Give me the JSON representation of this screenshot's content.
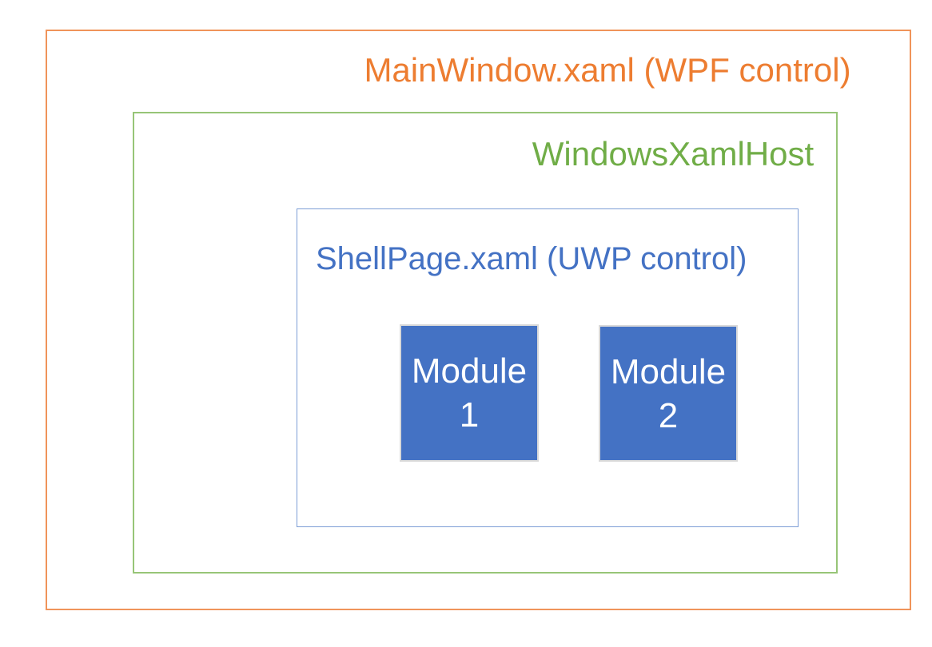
{
  "diagram": {
    "outer_box": {
      "label": "MainWindow.xaml (WPF control)",
      "text_color": "#ED7D31",
      "border_color": "#F0945A"
    },
    "host_box": {
      "label": "WindowsXamlHost",
      "text_color": "#70AD47",
      "border_color": "#97C577"
    },
    "shell_box": {
      "label": "ShellPage.xaml (UWP control)",
      "text_color": "#4472C4",
      "border_color": "#7D9ED6"
    },
    "modules": [
      {
        "label": "Module 1",
        "fill_color": "#4472C4",
        "border_color": "#D9D9D9",
        "text_color": "#FFFFFF"
      },
      {
        "label": "Module 2",
        "fill_color": "#4472C4",
        "border_color": "#D9D9D9",
        "text_color": "#FFFFFF"
      }
    ]
  }
}
